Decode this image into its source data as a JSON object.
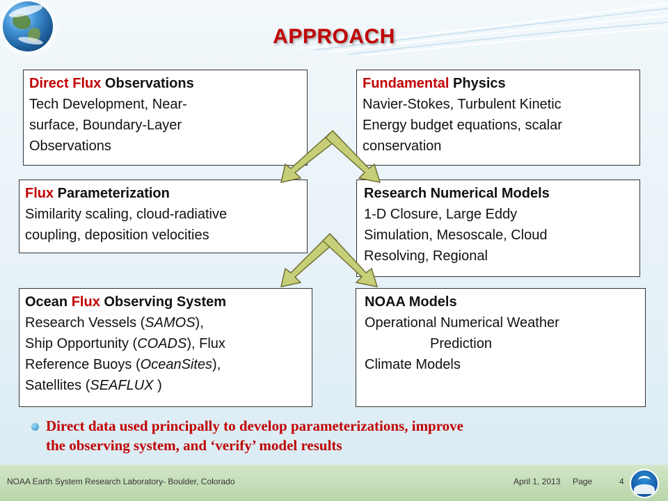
{
  "title": "APPROACH",
  "boxes": {
    "direct": {
      "heading_red": "Direct Flux",
      "heading_rest": " Observations",
      "lines": [
        "Tech Development, Near-",
        "surface, Boundary-Layer",
        "Observations"
      ]
    },
    "physics": {
      "heading_red": "Fundamental",
      "heading_rest": " Physics",
      "lines": [
        "Navier-Stokes, Turbulent Kinetic",
        "Energy budget equations, scalar",
        "conservation"
      ]
    },
    "param": {
      "heading_red": "Flux",
      "heading_rest": " Parameterization",
      "lines": [
        "Similarity scaling, cloud-radiative",
        "coupling, deposition velocities"
      ]
    },
    "research_models": {
      "heading": "Research Numerical Models",
      "lines": [
        "1-D Closure, Large Eddy",
        "Simulation, Mesoscale, Cloud",
        "Resolving, Regional"
      ]
    },
    "ocean": {
      "heading_pre": "Ocean ",
      "heading_red": "Flux",
      "heading_rest": " Observing System",
      "line1_pre": "Research Vessels (",
      "line1_it": "SAMOS",
      "line1_post": "),",
      "line2_pre": "Ship Opportunity (",
      "line2_it": "COADS",
      "line2_post": "), Flux",
      "line3_pre": "Reference Buoys (",
      "line3_it": "OceanSites",
      "line3_post": "),",
      "line4_pre": "Satellites (",
      "line4_it": "SEAFLUX",
      "line4_post": " )"
    },
    "noaa": {
      "heading": "NOAA Models",
      "line1": "Operational Numerical Weather",
      "line2": "Prediction",
      "line3": "Climate Models"
    }
  },
  "bullet": {
    "line1": "Direct data used principally to develop parameterizations, improve",
    "line2": "the observing system, and ‘verify’ model results"
  },
  "footer": {
    "org": "NOAA Earth System Research Laboratory- Boulder, Colorado",
    "date": "April 1, 2013",
    "page_label": "Page",
    "page_number": "4"
  },
  "colors": {
    "title": "#c00000",
    "accent_red": "#c00000",
    "arrow_fill": "#c6cf77",
    "arrow_stroke": "#7a7a3a",
    "footer_bg": "#c4ddb6"
  }
}
